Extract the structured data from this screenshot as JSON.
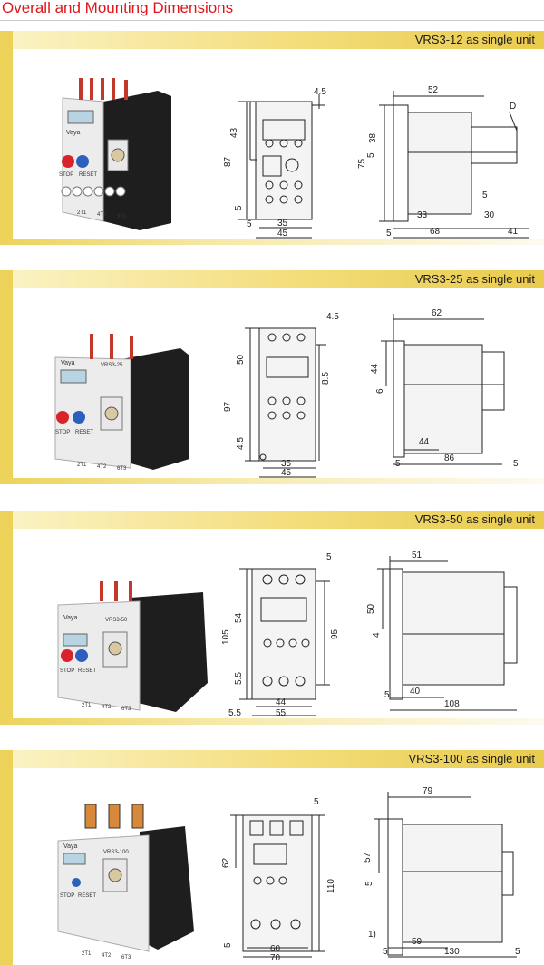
{
  "page": {
    "title": "Overall and  Mounting Dimensions"
  },
  "sections": [
    {
      "label": "VRS3-12 as single unit",
      "product": {
        "brand": "Vaya",
        "model": "",
        "stop": "STOP",
        "reset": "RESET",
        "terminals": [
          "2T1",
          "4T2",
          "6T3"
        ]
      },
      "front_dims": {
        "d1": "4.5",
        "d2": "43",
        "d3": "87",
        "d4": "5",
        "d5": "5",
        "d6": "35",
        "d7": "45"
      },
      "side_dims": {
        "d1": "52",
        "d2": "D",
        "d3": "38",
        "d4": "75",
        "d5": "5",
        "d6": "5",
        "d7": "33",
        "d8": "30",
        "d9": "68",
        "d10": "41",
        "d11": "5"
      }
    },
    {
      "label": "VRS3-25 as single unit",
      "product": {
        "brand": "Vaya",
        "model": "VRS3-25",
        "stop": "STOP",
        "reset": "RESET",
        "terminals": [
          "2T1",
          "4T2",
          "6T3"
        ]
      },
      "front_dims": {
        "d1": "4.5",
        "d2": "50",
        "d3": "97",
        "d4": "8.5",
        "d5": "4.5",
        "d6": "35",
        "d7": "45"
      },
      "side_dims": {
        "d1": "62",
        "d2": "44",
        "d3": "6",
        "d4": "44",
        "d5": "86",
        "d6": "5",
        "d7": "5"
      }
    },
    {
      "label": "VRS3-50 as single unit",
      "product": {
        "brand": "Vaya",
        "model": "VRS3-50",
        "stop": "STOP",
        "reset": "RESET",
        "terminals": [
          "2T1",
          "4T2",
          "6T3"
        ]
      },
      "front_dims": {
        "d1": "5",
        "d2": "54",
        "d3": "105",
        "d4": "95",
        "d5": "5.5",
        "d6": "5.5",
        "d7": "44",
        "d8": "55"
      },
      "side_dims": {
        "d1": "51",
        "d2": "50",
        "d3": "4",
        "d4": "40",
        "d5": "108",
        "d6": "5"
      }
    },
    {
      "label": "VRS3-100 as single unit",
      "product": {
        "brand": "Vaya",
        "model": "VRS3-100",
        "stop": "STOP",
        "reset": "RESET",
        "terminals": [
          "2T1",
          "4T2",
          "6T3"
        ]
      },
      "front_dims": {
        "d1": "5",
        "d2": "62",
        "d3": "110",
        "d4": "5",
        "d5": "60",
        "d6": "70"
      },
      "side_dims": {
        "d1": "79",
        "d2": "57",
        "d3": "5",
        "d4": "1)",
        "d5": "59",
        "d6": "130",
        "d7": "5",
        "d8": "5"
      }
    }
  ],
  "colors": {
    "title": "#e0161b",
    "band": "#edd25a",
    "line": "#222222"
  }
}
